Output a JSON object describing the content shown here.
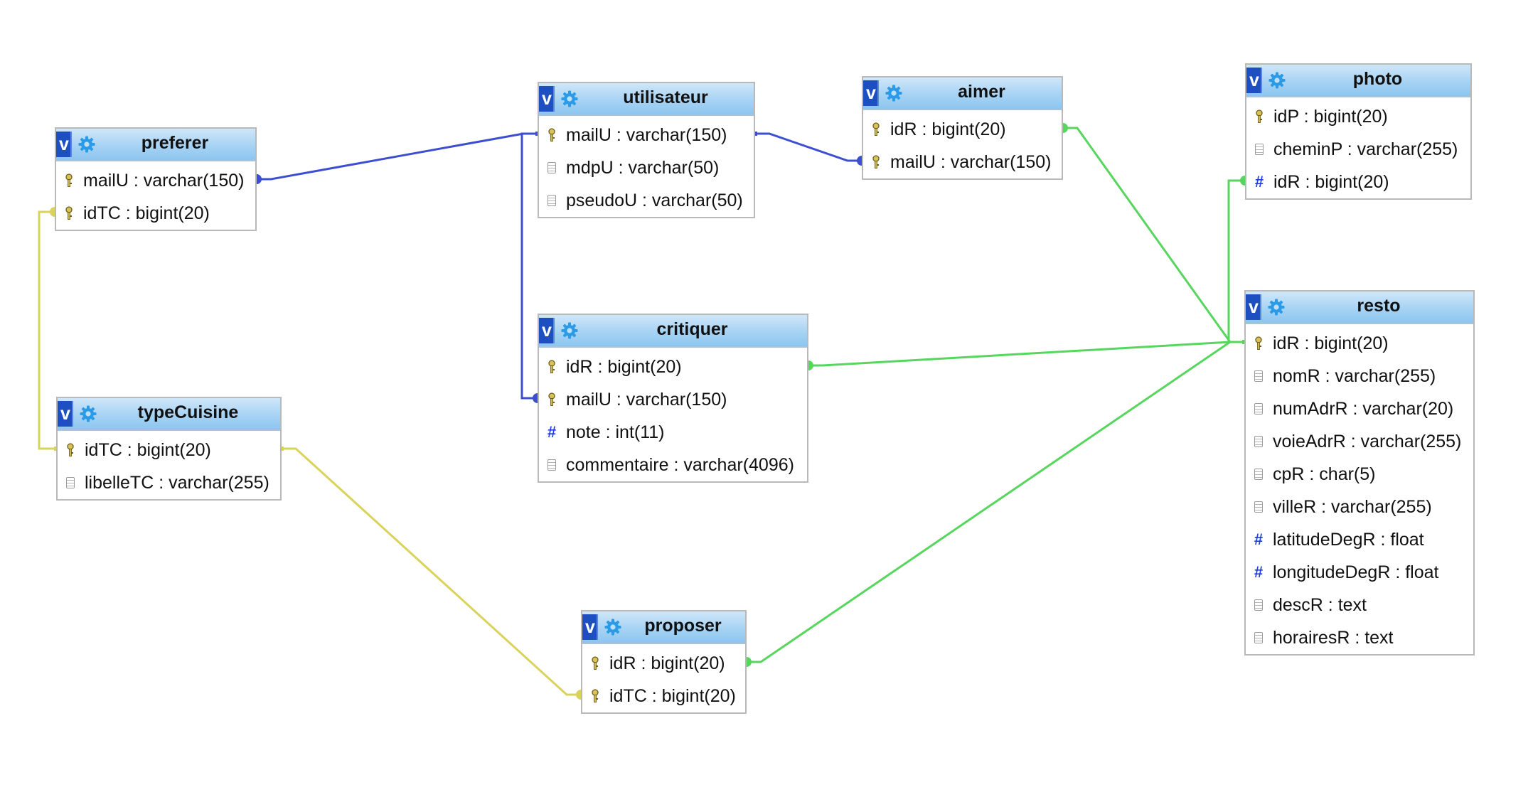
{
  "colors": {
    "blue_link": "#3d4fd0",
    "green_link": "#57d65e",
    "yellow_link": "#d9d35c"
  },
  "tables": [
    {
      "id": "preferer",
      "name": "preferer",
      "columns": [
        {
          "label": "mailU : varchar(150)",
          "icon": "key-icon"
        },
        {
          "label": "idTC : bigint(20)",
          "icon": "key-icon"
        }
      ]
    },
    {
      "id": "typeCuisine",
      "name": "typeCuisine",
      "columns": [
        {
          "label": "idTC : bigint(20)",
          "icon": "key-icon"
        },
        {
          "label": "libelleTC : varchar(255)",
          "icon": "text-field-icon"
        }
      ]
    },
    {
      "id": "utilisateur",
      "name": "utilisateur",
      "columns": [
        {
          "label": "mailU : varchar(150)",
          "icon": "key-icon"
        },
        {
          "label": "mdpU : varchar(50)",
          "icon": "text-field-icon"
        },
        {
          "label": "pseudoU : varchar(50)",
          "icon": "text-field-icon"
        }
      ]
    },
    {
      "id": "critiquer",
      "name": "critiquer",
      "columns": [
        {
          "label": "idR : bigint(20)",
          "icon": "key-icon"
        },
        {
          "label": "mailU : varchar(150)",
          "icon": "key-icon"
        },
        {
          "label": "note : int(11)",
          "icon": "number-field-icon"
        },
        {
          "label": "commentaire : varchar(4096)",
          "icon": "text-field-icon"
        }
      ]
    },
    {
      "id": "aimer",
      "name": "aimer",
      "columns": [
        {
          "label": "idR : bigint(20)",
          "icon": "key-icon"
        },
        {
          "label": "mailU : varchar(150)",
          "icon": "key-icon"
        }
      ]
    },
    {
      "id": "proposer",
      "name": "proposer",
      "columns": [
        {
          "label": "idR : bigint(20)",
          "icon": "key-icon"
        },
        {
          "label": "idTC : bigint(20)",
          "icon": "key-icon"
        }
      ]
    },
    {
      "id": "photo",
      "name": "photo",
      "columns": [
        {
          "label": "idP : bigint(20)",
          "icon": "key-icon"
        },
        {
          "label": "cheminP : varchar(255)",
          "icon": "text-field-icon"
        },
        {
          "label": "idR : bigint(20)",
          "icon": "number-field-icon"
        }
      ]
    },
    {
      "id": "resto",
      "name": "resto",
      "columns": [
        {
          "label": "idR : bigint(20)",
          "icon": "key-icon"
        },
        {
          "label": "nomR : varchar(255)",
          "icon": "text-field-icon"
        },
        {
          "label": "numAdrR : varchar(20)",
          "icon": "text-field-icon"
        },
        {
          "label": "voieAdrR : varchar(255)",
          "icon": "text-field-icon"
        },
        {
          "label": "cpR : char(5)",
          "icon": "text-field-icon"
        },
        {
          "label": "villeR : varchar(255)",
          "icon": "text-field-icon"
        },
        {
          "label": "latitudeDegR : float",
          "icon": "number-field-icon"
        },
        {
          "label": "longitudeDegR : float",
          "icon": "number-field-icon"
        },
        {
          "label": "descR : text",
          "icon": "text-field-icon"
        },
        {
          "label": "horairesR : text",
          "icon": "text-field-icon"
        }
      ]
    }
  ],
  "relations": [
    {
      "from": "preferer.mailU",
      "to": "utilisateur.mailU",
      "color": "blue_link"
    },
    {
      "from": "critiquer.mailU",
      "to": "utilisateur.mailU",
      "color": "blue_link"
    },
    {
      "from": "aimer.mailU",
      "to": "utilisateur.mailU",
      "color": "blue_link"
    },
    {
      "from": "aimer.idR",
      "to": "resto.idR",
      "color": "green_link"
    },
    {
      "from": "critiquer.idR",
      "to": "resto.idR",
      "color": "green_link"
    },
    {
      "from": "proposer.idR",
      "to": "resto.idR",
      "color": "green_link"
    },
    {
      "from": "photo.idR",
      "to": "resto.idR",
      "color": "green_link"
    },
    {
      "from": "preferer.idTC",
      "to": "typeCuisine.idTC",
      "color": "yellow_link"
    },
    {
      "from": "proposer.idTC",
      "to": "typeCuisine.idTC",
      "color": "yellow_link"
    }
  ]
}
